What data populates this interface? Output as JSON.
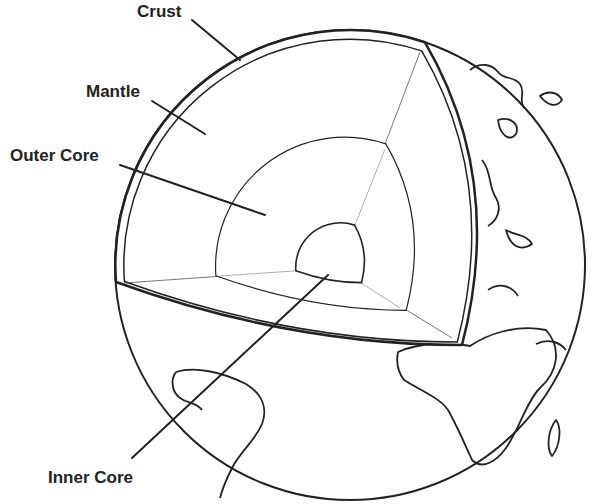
{
  "diagram": {
    "labels": [
      "Crust",
      "Mantle",
      "Outer Core",
      "Inner Core"
    ]
  }
}
